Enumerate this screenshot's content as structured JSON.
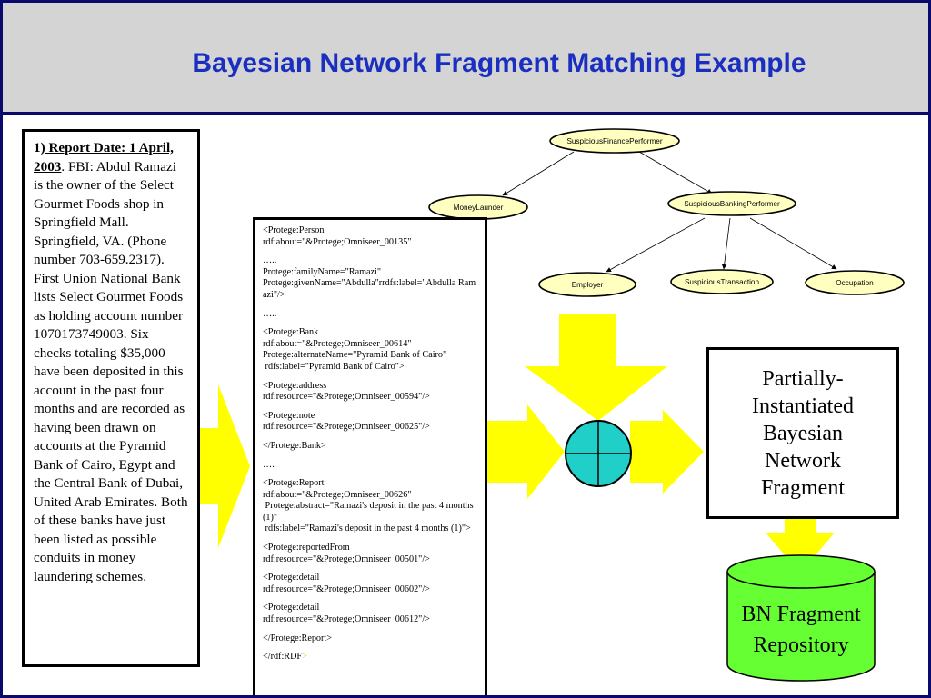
{
  "title": "Bayesian Network Fragment Matching Example",
  "report": {
    "num": "1)",
    "heading": " Report Date: 1 April, 2003",
    "body": ". FBI: Abdul Ramazi is the owner of the Select Gourmet Foods shop in Springfield Mall. Springfield, VA. (Phone number 703-659.2317). First Union National Bank lists Select Gourmet Foods as holding account number 1070173749003. Six checks totaling $35,000 have been deposited in this account in the past four months and are recorded as having been drawn on accounts at the Pyramid Bank of Cairo, Egypt and the Central Bank of Dubai, United Arab Emirates. Both of these banks have just been listed as possible conduits in money laundering schemes."
  },
  "rdf_lines": [
    "<Protege:Person\nrdf:about=\"&Protege;Omniseer_00135\"",
    "…..\nProtege:familyName=\"Ramazi\"\nProtege:givenName=\"Abdulla\"rrdfs:label=\"Abdulla Ramazi\"/>",
    "…..",
    "<Protege:Bank\nrdf:about=\"&Protege;Omniseer_00614\"\nProtege:alternateName=\"Pyramid Bank of Cairo\"\n rdfs:label=\"Pyramid Bank of Cairo\">",
    "<Protege:address\nrdf:resource=\"&Protege;Omniseer_00594\"/>",
    "<Protege:note\nrdf:resource=\"&Protege;Omniseer_00625\"/>",
    "</Protege:Bank>",
    "….",
    "<Protege:Report\nrdf:about=\"&Protege;Omniseer_00626\"\n Protege:abstract=\"Ramazi's deposit in the past 4 months (1)\"\n rdfs:label=\"Ramazi's deposit in the past 4 months (1)\">",
    "<Protege:reportedFrom\nrdf:resource=\"&Protege;Omniseer_00501\"/>",
    "<Protege:detail\nrdf:resource=\"&Protege;Omniseer_00602\"/>",
    "<Protege:detail\nrdf:resource=\"&Protege;Omniseer_00612\"/>",
    "</Protege:Report>"
  ],
  "rdf_last": "</rdf:RDF",
  "rdf_last_tail": ">",
  "network": {
    "nodes": {
      "sfp": "SuspiciousFinancePerformer",
      "ml": "MoneyLaunder",
      "sbp": "SuspiciousBankingPerformer",
      "emp": "Employer",
      "st": "SuspiciousTransaction",
      "occ": "Occupation"
    }
  },
  "fragment_box": "Partially-\nInstantiated\nBayesian\nNetwork\nFragment",
  "repository": "BN Fragment\nRepository",
  "colors": {
    "title": "#1a2fc0",
    "arrow": "#ffff00",
    "node_fill": "#ffffc0",
    "matcher": "#20d0c8",
    "repository": "#66ff33",
    "border": "#0a0a6e"
  }
}
